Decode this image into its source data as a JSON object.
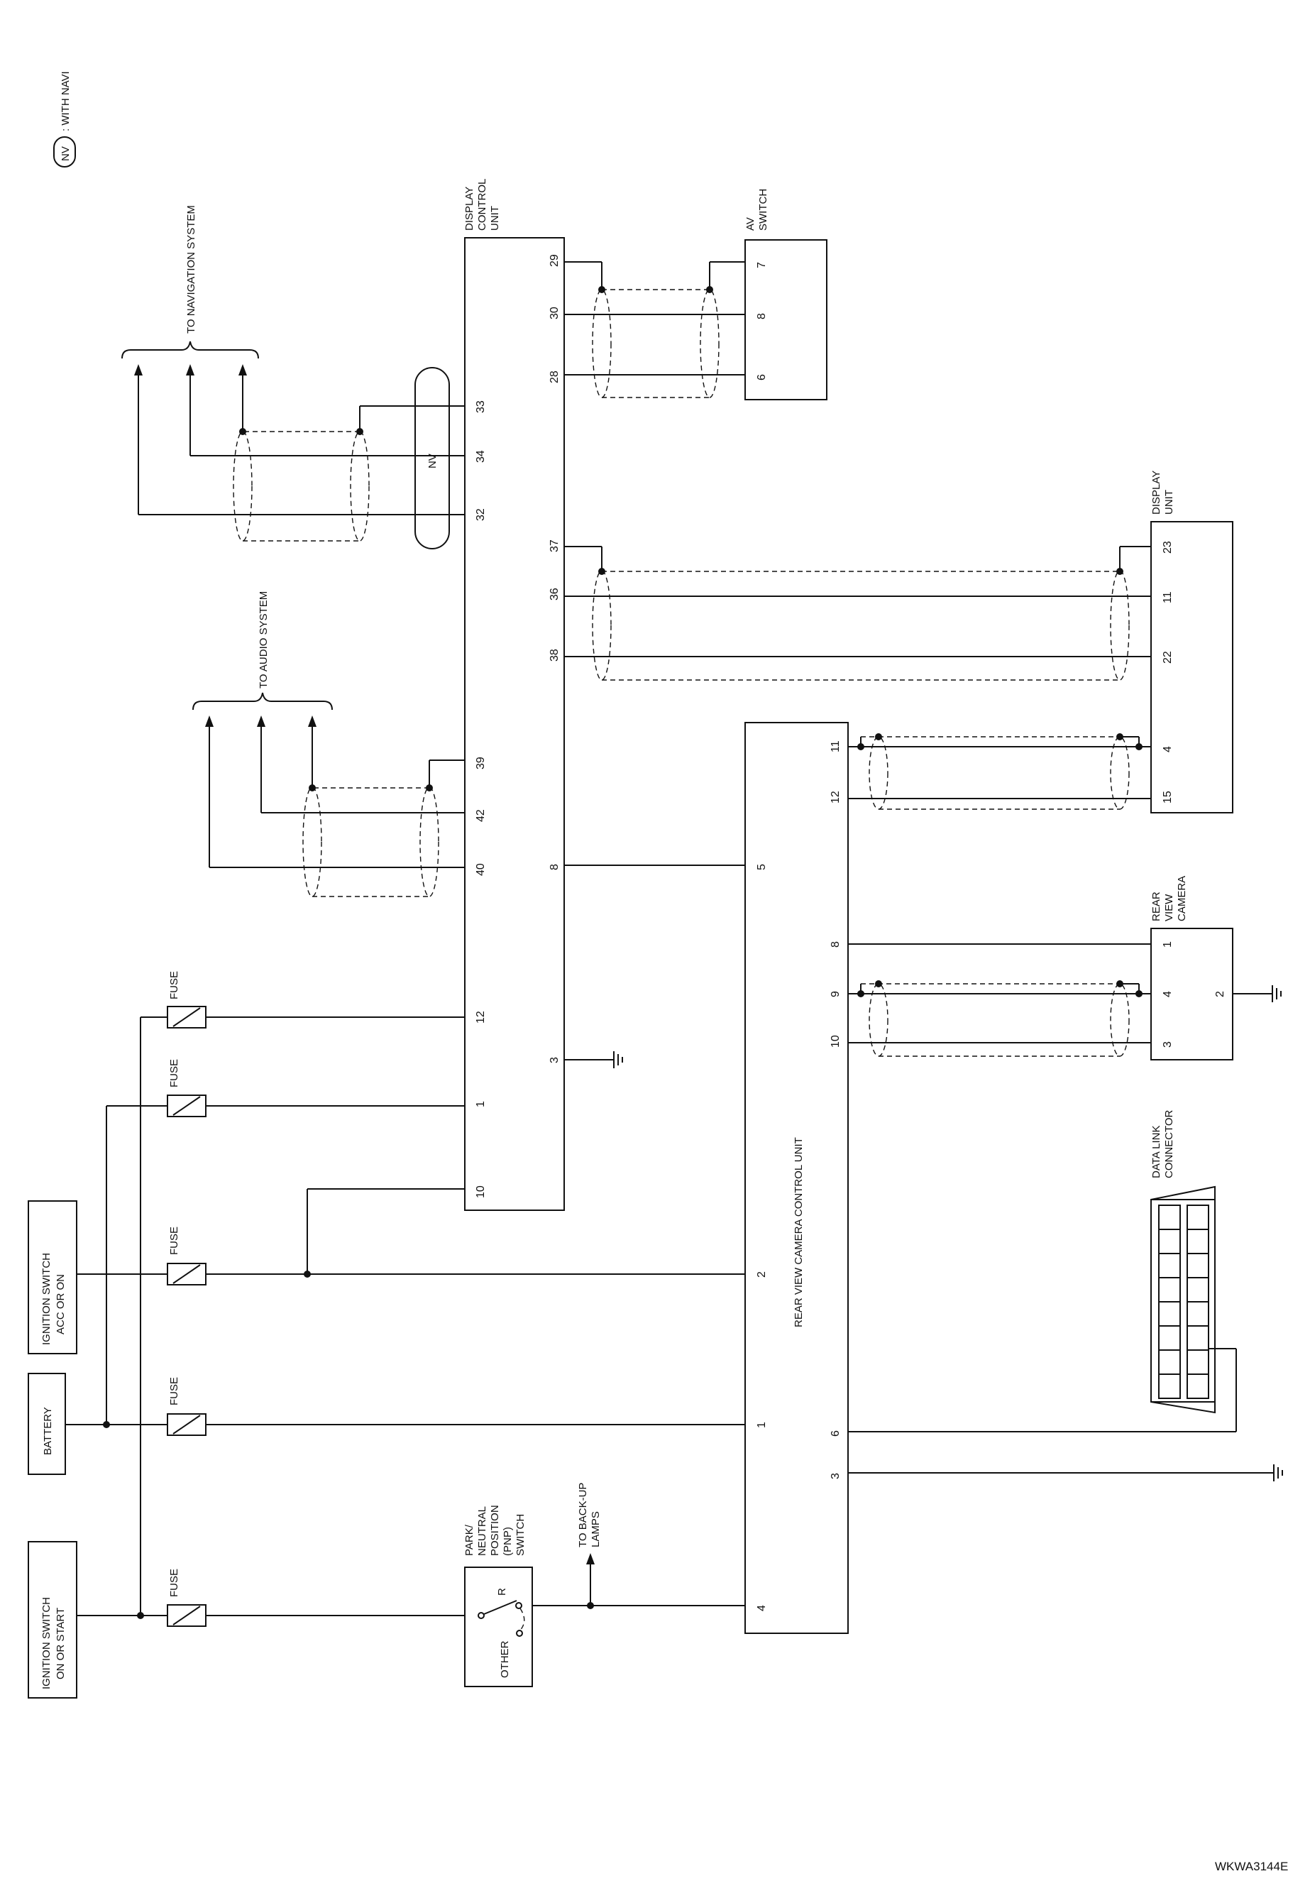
{
  "legend": {
    "badge": "NV",
    "text": ": WITH NAVI"
  },
  "title_lines": {
    "ign_on": [
      "IGNITION SWITCH",
      "ON OR START"
    ],
    "battery": [
      "BATTERY"
    ],
    "ign_acc": [
      "IGNITION SWITCH",
      "ACC OR ON"
    ],
    "pnp": [
      "PARK/",
      "NEUTRAL",
      "POSITION",
      "(PNP)",
      "SWITCH"
    ],
    "backup": [
      "TO BACK-UP",
      "LAMPS"
    ],
    "dcu": [
      "DISPLAY",
      "CONTROL",
      "UNIT"
    ],
    "av": [
      "AV",
      "SWITCH"
    ],
    "display": [
      "DISPLAY",
      "UNIT"
    ],
    "camera": [
      "REAR",
      "VIEW",
      "CAMERA"
    ],
    "dlc": [
      "DATA LINK",
      "CONNECTOR"
    ],
    "nav": [
      "TO NAVIGATION SYSTEM"
    ],
    "audio": [
      "TO AUDIO SYSTEM"
    ],
    "rvccu": [
      "REAR VIEW CAMERA CONTROL UNIT"
    ]
  },
  "fuse_label": "FUSE",
  "nv_label": "NV",
  "switch_labels": {
    "other": "OTHER",
    "r": "R"
  },
  "dcu_pins": {
    "p10": "10",
    "p1": "1",
    "p12": "12",
    "p40": "40",
    "p42": "42",
    "p39": "39",
    "p32": "32",
    "p34": "34",
    "p33": "33",
    "p3": "3",
    "p8": "8",
    "p38": "38",
    "p36": "36",
    "p37": "37",
    "p28": "28",
    "p30": "30",
    "p29": "29"
  },
  "av_pins": {
    "p6": "6",
    "p8": "8",
    "p7": "7"
  },
  "display_pins": {
    "p15": "15",
    "p4": "4",
    "p22": "22",
    "p11": "11",
    "p23": "23"
  },
  "rvccu_pins": {
    "p4": "4",
    "p1": "1",
    "p2": "2",
    "p5": "5",
    "p3": "3",
    "p6": "6",
    "p10": "10",
    "p9": "9",
    "p8": "8",
    "p12": "12",
    "p11": "11"
  },
  "camera_pins": {
    "p3": "3",
    "p4": "4",
    "p1": "1",
    "p2": "2"
  },
  "figure_code": "WKWA3144E"
}
